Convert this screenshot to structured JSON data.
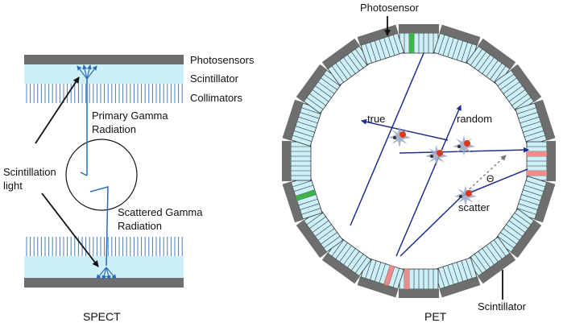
{
  "colors": {
    "photosensor": "#6e6e6e",
    "scintillator": "#cdeff7",
    "collimator": "#4a7fc0",
    "ray": "#2e6db0",
    "pet_ray": "#1f2f8f",
    "arrow": "#111111",
    "red_crystal": "#f08a8a",
    "green_crystal": "#3fb24a",
    "annihilation": "#d93a1e",
    "gamma_star": "#9aa6c8"
  },
  "spect": {
    "photosensors": "Photosensors",
    "scintillator": "Scintillator",
    "collimators": "Collimators",
    "primary_line1": "Primary Gamma",
    "primary_line2": "Radiation",
    "scint_light_line1": "Scintillation",
    "scint_light_line2": "light",
    "scattered_line1": "Scattered Gamma",
    "scattered_line2": "Radiation",
    "caption": "SPECT"
  },
  "pet": {
    "photosensor": "Photosensor",
    "true": "true",
    "random": "random",
    "scatter": "scatter",
    "theta": "Θ",
    "scintillator": "Scintillator",
    "caption": "PET",
    "detector_blocks": 20
  }
}
